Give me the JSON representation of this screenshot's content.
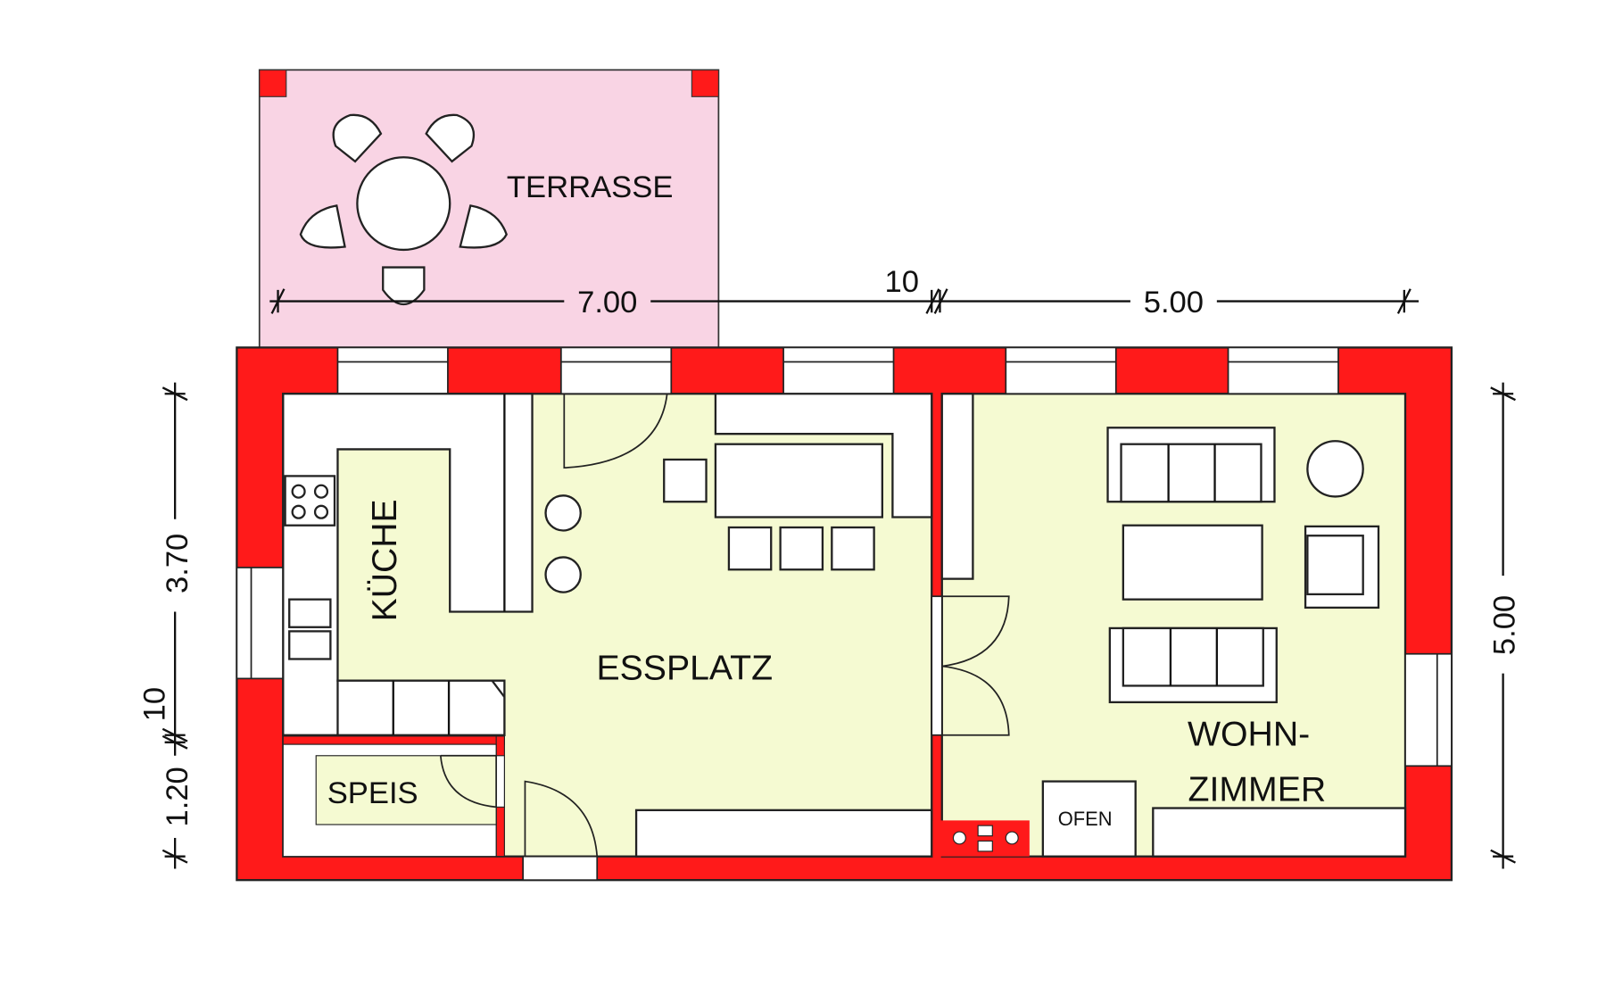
{
  "rooms": {
    "terrace": "TERRASSE",
    "kitchen": "KÜCHE",
    "dining": "ESSPLATZ",
    "pantry": "SPEIS",
    "living_1": "WOHN-",
    "living_2": "ZIMMER",
    "stove": "OFEN"
  },
  "dimensions": {
    "top_left": "7.00",
    "top_wall": "10",
    "top_right": "5.00",
    "left_upper": "3.70",
    "left_wall": "10",
    "left_lower": "1.20",
    "right": "5.00"
  },
  "colors": {
    "wall": "#ff1a1a",
    "floor": "#f5fad2",
    "terrace": "#f9d4e4"
  }
}
